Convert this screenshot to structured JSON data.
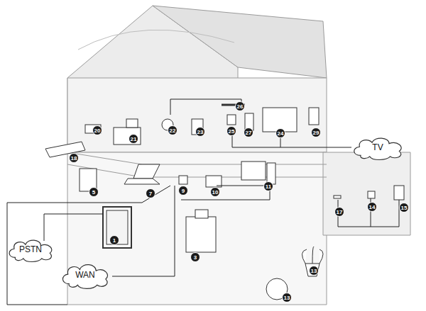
{
  "diagram": {
    "nodes": [
      {
        "text": [
          "PSTN"
        ]
      },
      {
        "text": [
          "WAN"
        ]
      },
      {
        "text": [
          "TV"
        ]
      }
    ],
    "labels": [
      "20",
      "21",
      "22",
      "23",
      "26",
      "25",
      "27",
      "24",
      "29",
      "18",
      "5",
      "7",
      "9",
      "10",
      "11",
      "1",
      "3",
      "17",
      "14",
      "15",
      "13",
      "13"
    ]
  }
}
